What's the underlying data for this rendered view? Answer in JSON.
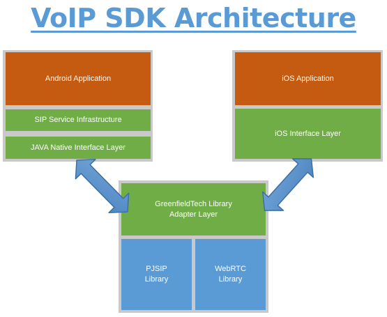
{
  "title": "VoIP SDK Architecture",
  "colors": {
    "title": "#5b9bd5",
    "application": "#c55a11",
    "layer": "#70ad47",
    "library": "#5b9bd5",
    "panel": "#c9c9c9"
  },
  "android": {
    "application": "Android Application",
    "sip_service": "SIP Service Infrastructure",
    "jni_layer": "JAVA Native Interface Layer"
  },
  "ios": {
    "application": "iOS Application",
    "interface_layer": "iOS Interface Layer"
  },
  "core": {
    "adapter_line1": "GreenfieldTech Library",
    "adapter_line2": "Adapter Layer",
    "pjsip_line1": "PJSIP",
    "pjsip_line2": "Library",
    "webrtc_line1": "WebRTC",
    "webrtc_line2": "Library"
  }
}
